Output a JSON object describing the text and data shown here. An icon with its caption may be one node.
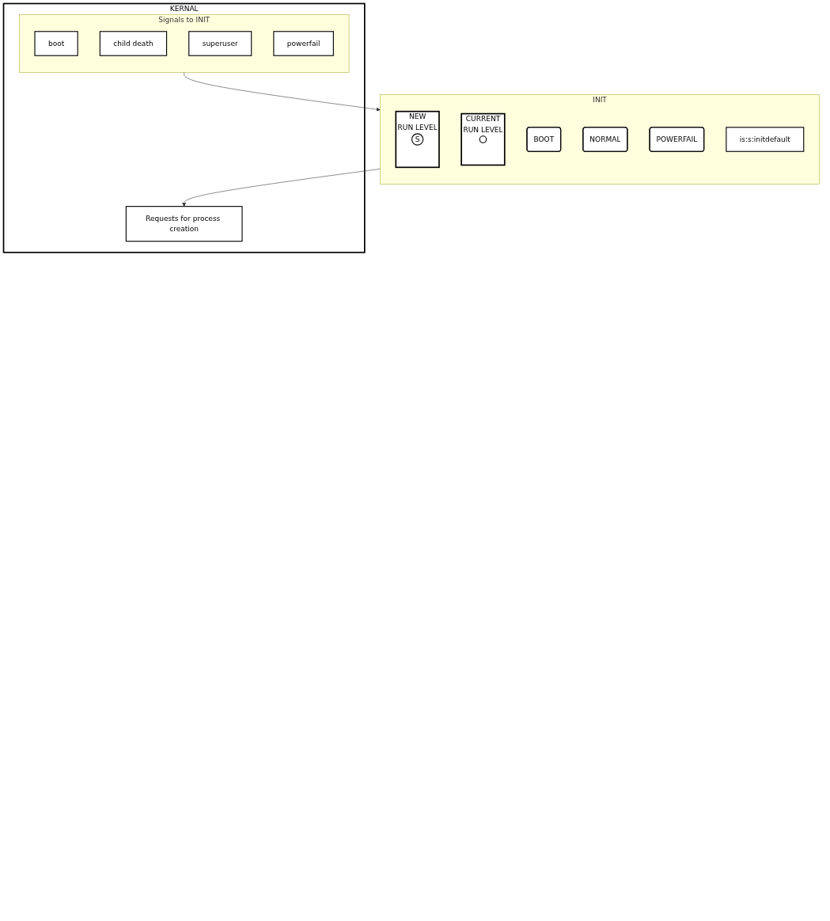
{
  "diagram": {
    "nodes": [
      {
        "text": [
          "INIT"
        ]
      },
      {
        "text": [
          "BOOT"
        ],
        "in": 0
      },
      {
        "text": [
          "NORMAL"
        ],
        "in": 0
      },
      {
        "text": [
          "POWERFAIL"
        ],
        "in": 0
      },
      {
        "text": [
          "is:s:initdefault"
        ],
        "in": 0
      },
      {
        "text": [
          "CURRENT",
          "RUN LEVEL"
        ],
        "in": 0
      },
      {
        "text": [],
        "shape": "circle",
        "in": 5
      },
      {
        "text": [
          "NEW",
          "RUN LEVEL"
        ],
        "in": 0
      },
      {
        "text": [
          "S"
        ],
        "in": 7
      },
      {
        "text": [
          "KERNAL"
        ]
      },
      {
        "text": [
          "Requests for process creation"
        ],
        "in": 9
      },
      {
        "text": [
          "Signals to INIT"
        ],
        "in": 9
      },
      {
        "text": [
          "boot"
        ],
        "in": 11
      },
      {
        "text": [
          "child death"
        ],
        "in": 11
      },
      {
        "text": [
          "superuser"
        ],
        "in": 11
      },
      {
        "text": [
          "powerfail"
        ],
        "in": 11
      }
    ],
    "edges": [
      {
        "from": 0,
        "to": 10,
        "arrow": "to"
      },
      {
        "from": 11,
        "to": 0,
        "arrow": "to"
      }
    ]
  }
}
